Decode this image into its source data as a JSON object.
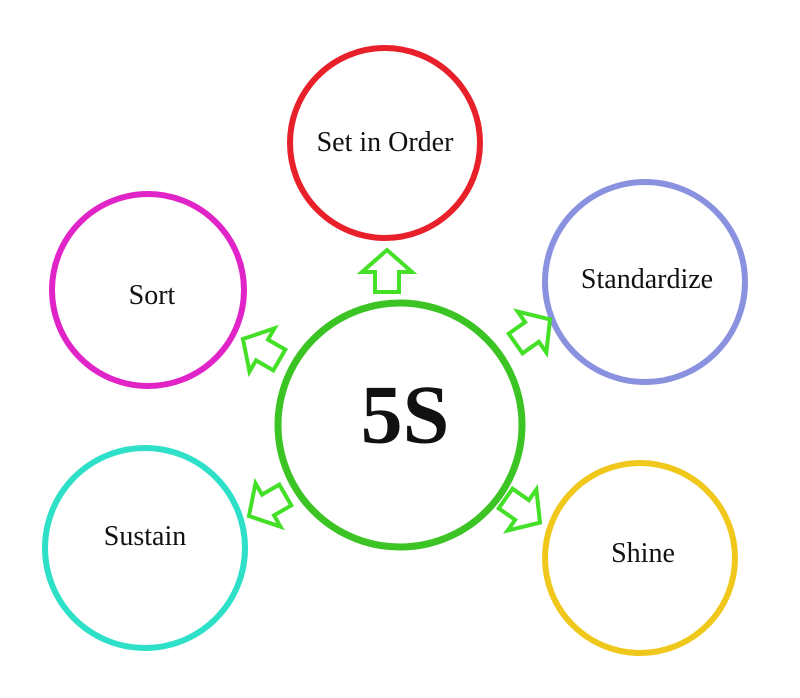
{
  "center": {
    "label": "5S",
    "color": "#3cc424"
  },
  "nodes": [
    {
      "label": "Set in Order",
      "color": "#e8202a"
    },
    {
      "label": "Sort",
      "color": "#e024c8"
    },
    {
      "label": "Standardize",
      "color": "#8a92e0"
    },
    {
      "label": "Sustain",
      "color": "#2ee0c8"
    },
    {
      "label": "Shine",
      "color": "#f0c81c"
    }
  ],
  "arrow_color": "#44e028"
}
